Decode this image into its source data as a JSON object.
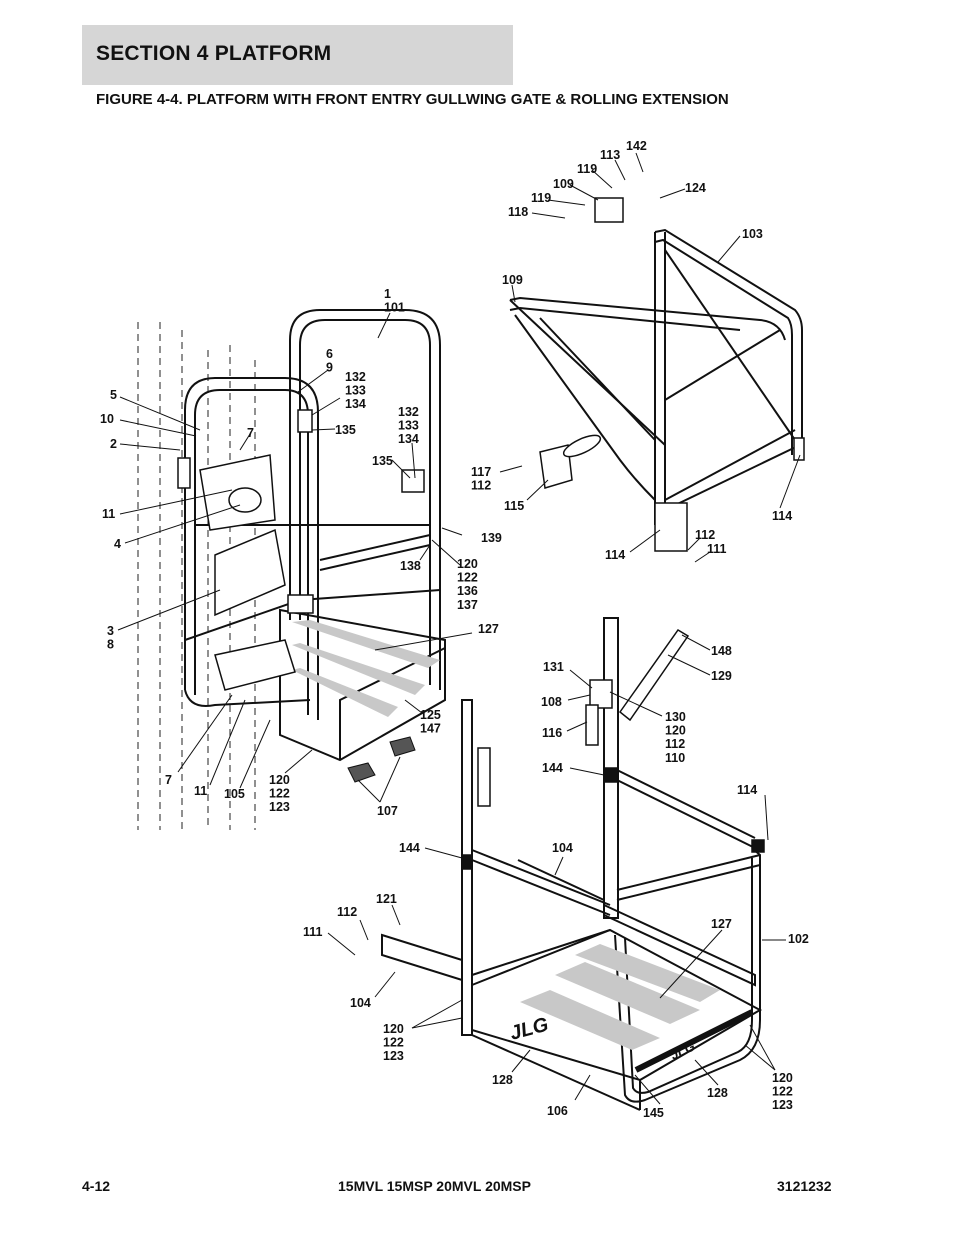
{
  "section_header": "SECTION 4   PLATFORM",
  "figure_title": "FIGURE 4-4. PLATFORM WITH FRONT ENTRY GULLWING GATE & ROLLING EXTENSION",
  "logo_text": "JLG",
  "callouts": [
    {
      "id": "c-1-101",
      "lines": [
        "1",
        "101"
      ]
    },
    {
      "id": "c-6-9",
      "lines": [
        "6",
        "9"
      ]
    },
    {
      "id": "c-132a",
      "lines": [
        "132",
        "133",
        "134"
      ]
    },
    {
      "id": "c-132b",
      "lines": [
        "132",
        "133",
        "134"
      ]
    },
    {
      "id": "c-5",
      "lines": [
        "5"
      ]
    },
    {
      "id": "c-10",
      "lines": [
        "10"
      ]
    },
    {
      "id": "c-2",
      "lines": [
        "2"
      ]
    },
    {
      "id": "c-7a",
      "lines": [
        "7"
      ]
    },
    {
      "id": "c-135a",
      "lines": [
        "135"
      ]
    },
    {
      "id": "c-135b",
      "lines": [
        "135"
      ]
    },
    {
      "id": "c-11a",
      "lines": [
        "11"
      ]
    },
    {
      "id": "c-4",
      "lines": [
        "4"
      ]
    },
    {
      "id": "c-139",
      "lines": [
        "139"
      ]
    },
    {
      "id": "c-138",
      "lines": [
        "138"
      ]
    },
    {
      "id": "c-120-137",
      "lines": [
        "120",
        "122",
        "136",
        "137"
      ]
    },
    {
      "id": "c-3-8",
      "lines": [
        "3",
        "8"
      ]
    },
    {
      "id": "c-127a",
      "lines": [
        "127"
      ]
    },
    {
      "id": "c-125-147",
      "lines": [
        "125",
        "147"
      ]
    },
    {
      "id": "c-7b",
      "lines": [
        "7"
      ]
    },
    {
      "id": "c-11b",
      "lines": [
        "11"
      ]
    },
    {
      "id": "c-105",
      "lines": [
        "105"
      ]
    },
    {
      "id": "c-120-123a",
      "lines": [
        "120",
        "122",
        "123"
      ]
    },
    {
      "id": "c-107",
      "lines": [
        "107"
      ]
    },
    {
      "id": "c-142",
      "lines": [
        "142"
      ]
    },
    {
      "id": "c-113",
      "lines": [
        "113"
      ]
    },
    {
      "id": "c-119a",
      "lines": [
        "119"
      ]
    },
    {
      "id": "c-109a",
      "lines": [
        "109"
      ]
    },
    {
      "id": "c-119b",
      "lines": [
        "119"
      ]
    },
    {
      "id": "c-118",
      "lines": [
        "118"
      ]
    },
    {
      "id": "c-124",
      "lines": [
        "124"
      ]
    },
    {
      "id": "c-103",
      "lines": [
        "103"
      ]
    },
    {
      "id": "c-109b",
      "lines": [
        "109"
      ]
    },
    {
      "id": "c-117-112",
      "lines": [
        "117",
        "112"
      ]
    },
    {
      "id": "c-115",
      "lines": [
        "115"
      ]
    },
    {
      "id": "c-114a",
      "lines": [
        "114"
      ]
    },
    {
      "id": "c-114b",
      "lines": [
        "114"
      ]
    },
    {
      "id": "c-112",
      "lines": [
        "112"
      ]
    },
    {
      "id": "c-111a",
      "lines": [
        "111"
      ]
    },
    {
      "id": "c-148",
      "lines": [
        "148"
      ]
    },
    {
      "id": "c-129",
      "lines": [
        "129"
      ]
    },
    {
      "id": "c-131",
      "lines": [
        "131"
      ]
    },
    {
      "id": "c-108",
      "lines": [
        "108"
      ]
    },
    {
      "id": "c-130-110",
      "lines": [
        "130",
        "120",
        "112",
        "110"
      ]
    },
    {
      "id": "c-116",
      "lines": [
        "116"
      ]
    },
    {
      "id": "c-144a",
      "lines": [
        "144"
      ]
    },
    {
      "id": "c-114c",
      "lines": [
        "114"
      ]
    },
    {
      "id": "c-144b",
      "lines": [
        "144"
      ]
    },
    {
      "id": "c-104a",
      "lines": [
        "104"
      ]
    },
    {
      "id": "c-121",
      "lines": [
        "121"
      ]
    },
    {
      "id": "c-112b",
      "lines": [
        "112"
      ]
    },
    {
      "id": "c-111b",
      "lines": [
        "111"
      ]
    },
    {
      "id": "c-127b",
      "lines": [
        "127"
      ]
    },
    {
      "id": "c-102",
      "lines": [
        "102"
      ]
    },
    {
      "id": "c-104b",
      "lines": [
        "104"
      ]
    },
    {
      "id": "c-120-123b",
      "lines": [
        "120",
        "122",
        "123"
      ]
    },
    {
      "id": "c-128a",
      "lines": [
        "128"
      ]
    },
    {
      "id": "c-128b",
      "lines": [
        "128"
      ]
    },
    {
      "id": "c-106",
      "lines": [
        "106"
      ]
    },
    {
      "id": "c-145",
      "lines": [
        "145"
      ]
    },
    {
      "id": "c-120-123c",
      "lines": [
        "120",
        "122",
        "123"
      ]
    }
  ],
  "footer": {
    "page": "4-12",
    "models": "15MVL 15MSP 20MVL 20MSP",
    "doc_number": "3121232"
  }
}
